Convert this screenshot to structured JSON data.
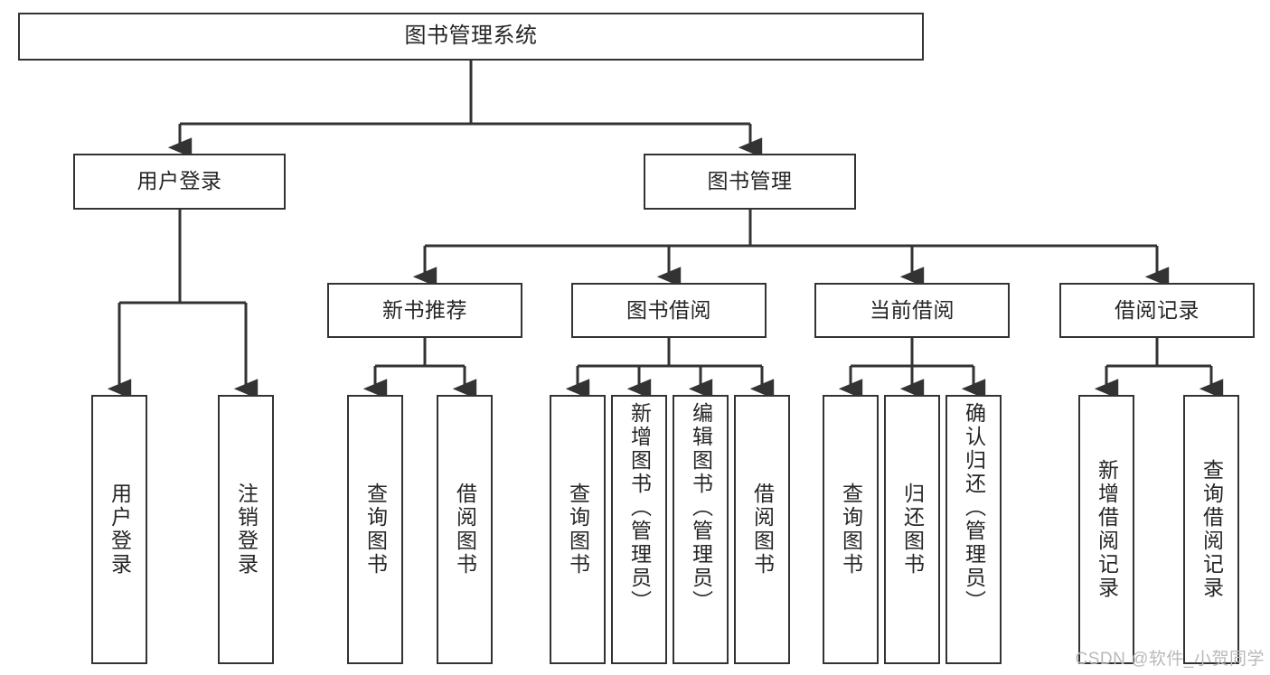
{
  "diagram": {
    "title": "图书管理系统",
    "type": "tree",
    "watermark": "CSDN @软件_小贺同学",
    "colors": {
      "box_border": "#333333",
      "box_fill": "#ffffff",
      "edge": "#333333",
      "text": "#262626",
      "watermark": "#b9b9b9"
    },
    "nodes": {
      "root": {
        "label": "图书管理系统"
      },
      "level2": [
        {
          "label": "用户登录"
        },
        {
          "label": "图书管理"
        }
      ],
      "level3": [
        {
          "label": "新书推荐"
        },
        {
          "label": "图书借阅"
        },
        {
          "label": "当前借阅"
        },
        {
          "label": "借阅记录"
        }
      ],
      "leaves": {
        "user_login": [
          {
            "label": "用户登录"
          },
          {
            "label": "注销登录"
          }
        ],
        "new_book": [
          {
            "label": "查询图书"
          },
          {
            "label": "借阅图书"
          }
        ],
        "book_borrow": [
          {
            "label": "查询图书"
          },
          {
            "label": "新增图书（管理员）"
          },
          {
            "label": "编辑图书（管理员）"
          },
          {
            "label": "借阅图书"
          }
        ],
        "current_borrow": [
          {
            "label": "查询图书"
          },
          {
            "label": "归还图书"
          },
          {
            "label": "确认归还（管理员）"
          }
        ],
        "borrow_record": [
          {
            "label": "新增借阅记录"
          },
          {
            "label": "查询借阅记录"
          }
        ]
      }
    }
  }
}
